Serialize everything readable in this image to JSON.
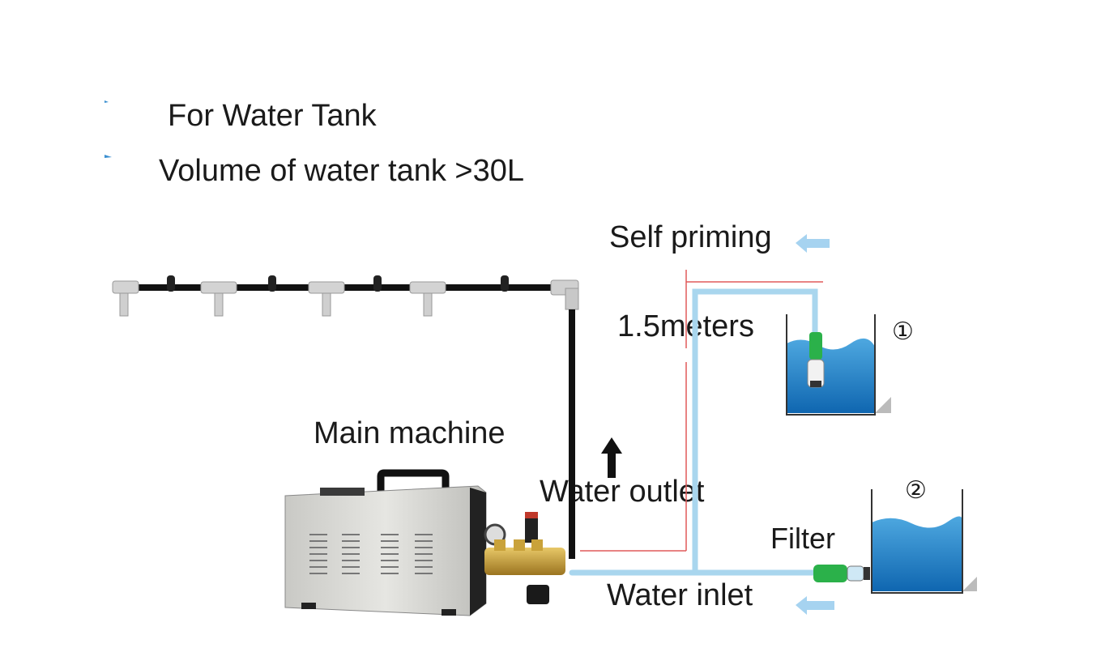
{
  "diagram": {
    "title": "For Water Tank",
    "volume_note": "Volume of water tank >30L",
    "labels": {
      "self_priming": "Self priming",
      "height": "1.5meters",
      "main_machine": "Main machine",
      "water_outlet": "Water outlet",
      "filter": "Filter",
      "water_inlet": "Water inlet",
      "option_1": "①",
      "option_2": "②"
    },
    "colors": {
      "water": "#1e7cc4",
      "pipe_light": "#a9d6ee",
      "hose_black": "#111111",
      "guide_line_red": "#e05a5a",
      "filter_green": "#2bb14a",
      "arrow_light_blue": "#a6d3f0",
      "brass": "#c9a23a",
      "machine_body": "#dcdcd8"
    },
    "icons": [
      "mist-nozzle-icon",
      "arrow-left-icon",
      "arrow-up-icon",
      "filter-icon",
      "water-tank-icon",
      "pump-machine-icon"
    ]
  }
}
